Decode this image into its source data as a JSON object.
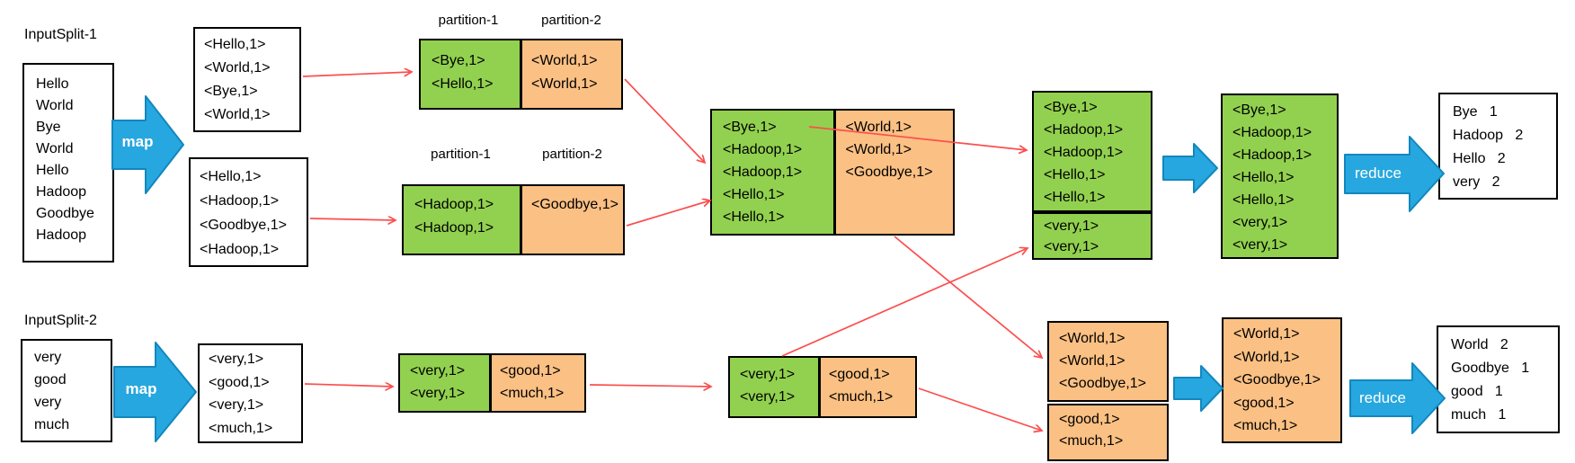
{
  "colors": {
    "green": "#92d14f",
    "orange": "#fbc083",
    "arrow-blue": "#27a7df",
    "arrow-blue-border": "#1287be",
    "connector-red": "#fc4e4e"
  },
  "mapper1": {
    "input_label": "InputSplit-1",
    "input_lines": [
      "Hello",
      "World",
      "Bye",
      "World",
      "Hello",
      "Hadoop",
      "Goodbye",
      "Hadoop"
    ],
    "map_label": "map",
    "kv_box_a": [
      "<Hello,1>",
      "<World,1>",
      "<Bye,1>",
      "<World,1>"
    ],
    "kv_box_b": [
      "<Hello,1>",
      "<Hadoop,1>",
      "<Goodbye,1>",
      "<Hadoop,1>"
    ],
    "spill_a": {
      "label_p1": "partition-1",
      "label_p2": "partition-2",
      "partition1": [
        "<Bye,1>",
        "<Hello,1>"
      ],
      "partition2": [
        "<World,1>",
        "<World,1>"
      ]
    },
    "spill_b": {
      "label_p1": "partition-1",
      "label_p2": "partition-2",
      "partition1": [
        "<Hadoop,1>",
        "<Hadoop,1>"
      ],
      "partition2": [
        "<Goodbye,1>"
      ]
    },
    "merged": {
      "partition1": [
        "<Bye,1>",
        "<Hadoop,1>",
        "<Hadoop,1>",
        "<Hello,1>",
        "<Hello,1>"
      ],
      "partition2": [
        "<World,1>",
        "<World,1>",
        "<Goodbye,1>"
      ]
    }
  },
  "mapper2": {
    "input_label": "InputSplit-2",
    "input_lines": [
      "very",
      "good",
      "very",
      "much"
    ],
    "map_label": "map",
    "kv_box": [
      "<very,1>",
      "<good,1>",
      "<very,1>",
      "<much,1>"
    ],
    "spill": {
      "partition1": [
        "<very,1>",
        "<very,1>"
      ],
      "partition2": [
        "<good,1>",
        "<much,1>"
      ]
    },
    "sorted": {
      "partition1": [
        "<very,1>",
        "<very,1>"
      ],
      "partition2": [
        "<good,1>",
        "<much,1>"
      ]
    }
  },
  "reducer1": {
    "fetched_from_mapper1": [
      "<Bye,1>",
      "<Hadoop,1>",
      "<Hadoop,1>",
      "<Hello,1>",
      "<Hello,1>"
    ],
    "fetched_from_mapper2": [
      "<very,1>",
      "<very,1>"
    ],
    "merged": [
      "<Bye,1>",
      "<Hadoop,1>",
      "<Hadoop,1>",
      "<Hello,1>",
      "<Hello,1>",
      "<very,1>",
      "<very,1>"
    ],
    "reduce_label": "reduce",
    "output_lines": [
      "Bye   1",
      "Hadoop   2",
      "Hello   2",
      "very   2"
    ]
  },
  "reducer2": {
    "fetched_from_mapper1": [
      "<World,1>",
      "<World,1>",
      "<Goodbye,1>"
    ],
    "fetched_from_mapper2": [
      "<good,1>",
      "<much,1>"
    ],
    "merged": [
      "<World,1>",
      "<World,1>",
      "<Goodbye,1>",
      "<good,1>",
      "<much,1>"
    ],
    "reduce_label": "reduce",
    "output_lines": [
      "World   2",
      "Goodbye   1",
      "good   1",
      "much   1"
    ]
  }
}
